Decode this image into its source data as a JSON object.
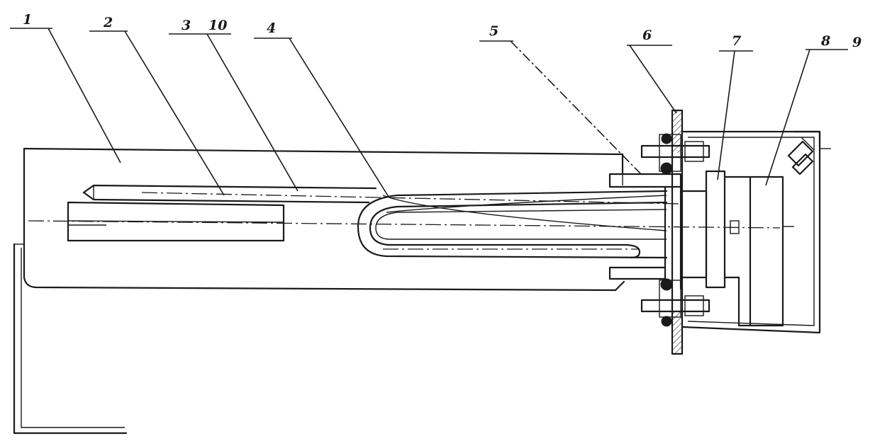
{
  "diagram": {
    "part_labels": [
      "1",
      "2",
      "3",
      "10",
      "4",
      "5",
      "6",
      "7",
      "8",
      "9"
    ]
  }
}
